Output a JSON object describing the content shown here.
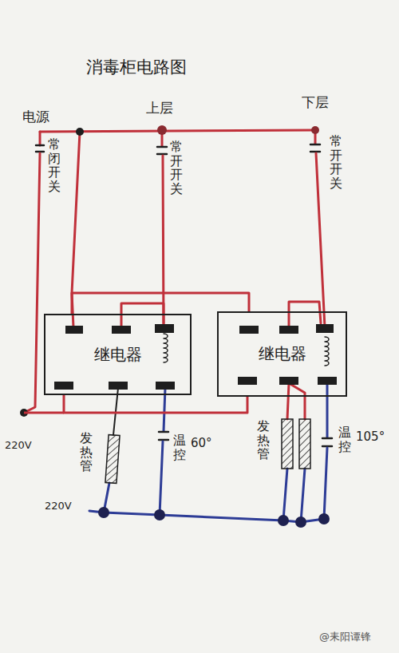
{
  "diagram": {
    "title": "消毒柜电路图",
    "nodes": [
      {
        "text": [
          "继电器"
        ]
      },
      {
        "text": [
          "继电器"
        ]
      }
    ],
    "edges": [
      {
        "from": 0,
        "to": 1,
        "arrow": "none"
      },
      {
        "from": 0,
        "to": 1,
        "arrow": "none"
      }
    ],
    "labels": [
      "电源",
      "上层",
      "下层",
      "常闭开关",
      "常开开关",
      "常开开关",
      "220V",
      "220V",
      "发热管",
      "温控",
      "60°",
      "发热管",
      "温控",
      "105°",
      "@耒阳谭锋"
    ]
  }
}
